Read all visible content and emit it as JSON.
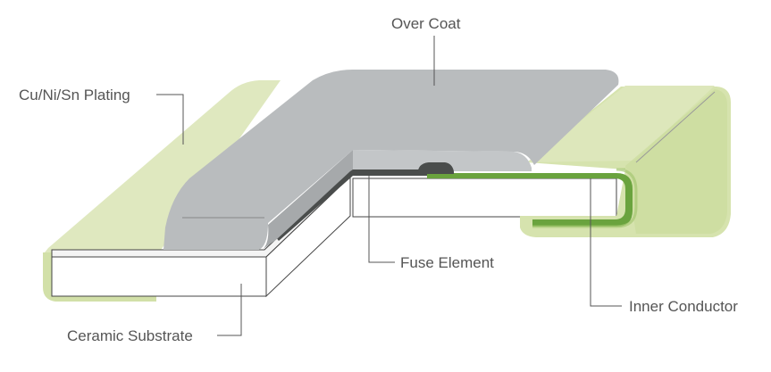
{
  "labels": {
    "over_coat": "Over Coat",
    "plating": "Cu/Ni/Sn Plating",
    "fuse_element": "Fuse Element",
    "inner_conductor": "Inner Conductor",
    "ceramic_substrate": "Ceramic Substrate"
  },
  "colors": {
    "plating_light": "#dfe8bf",
    "plating_mid": "#c9d99a",
    "plating_dark": "#b5c880",
    "inner_conductor": "#6aa33e",
    "over_coat": "#b9bcbe",
    "over_coat_shade": "#a6a9ab",
    "fuse_element": "#4a4d4c",
    "substrate": "#ffffff",
    "leader_line": "#555555"
  }
}
